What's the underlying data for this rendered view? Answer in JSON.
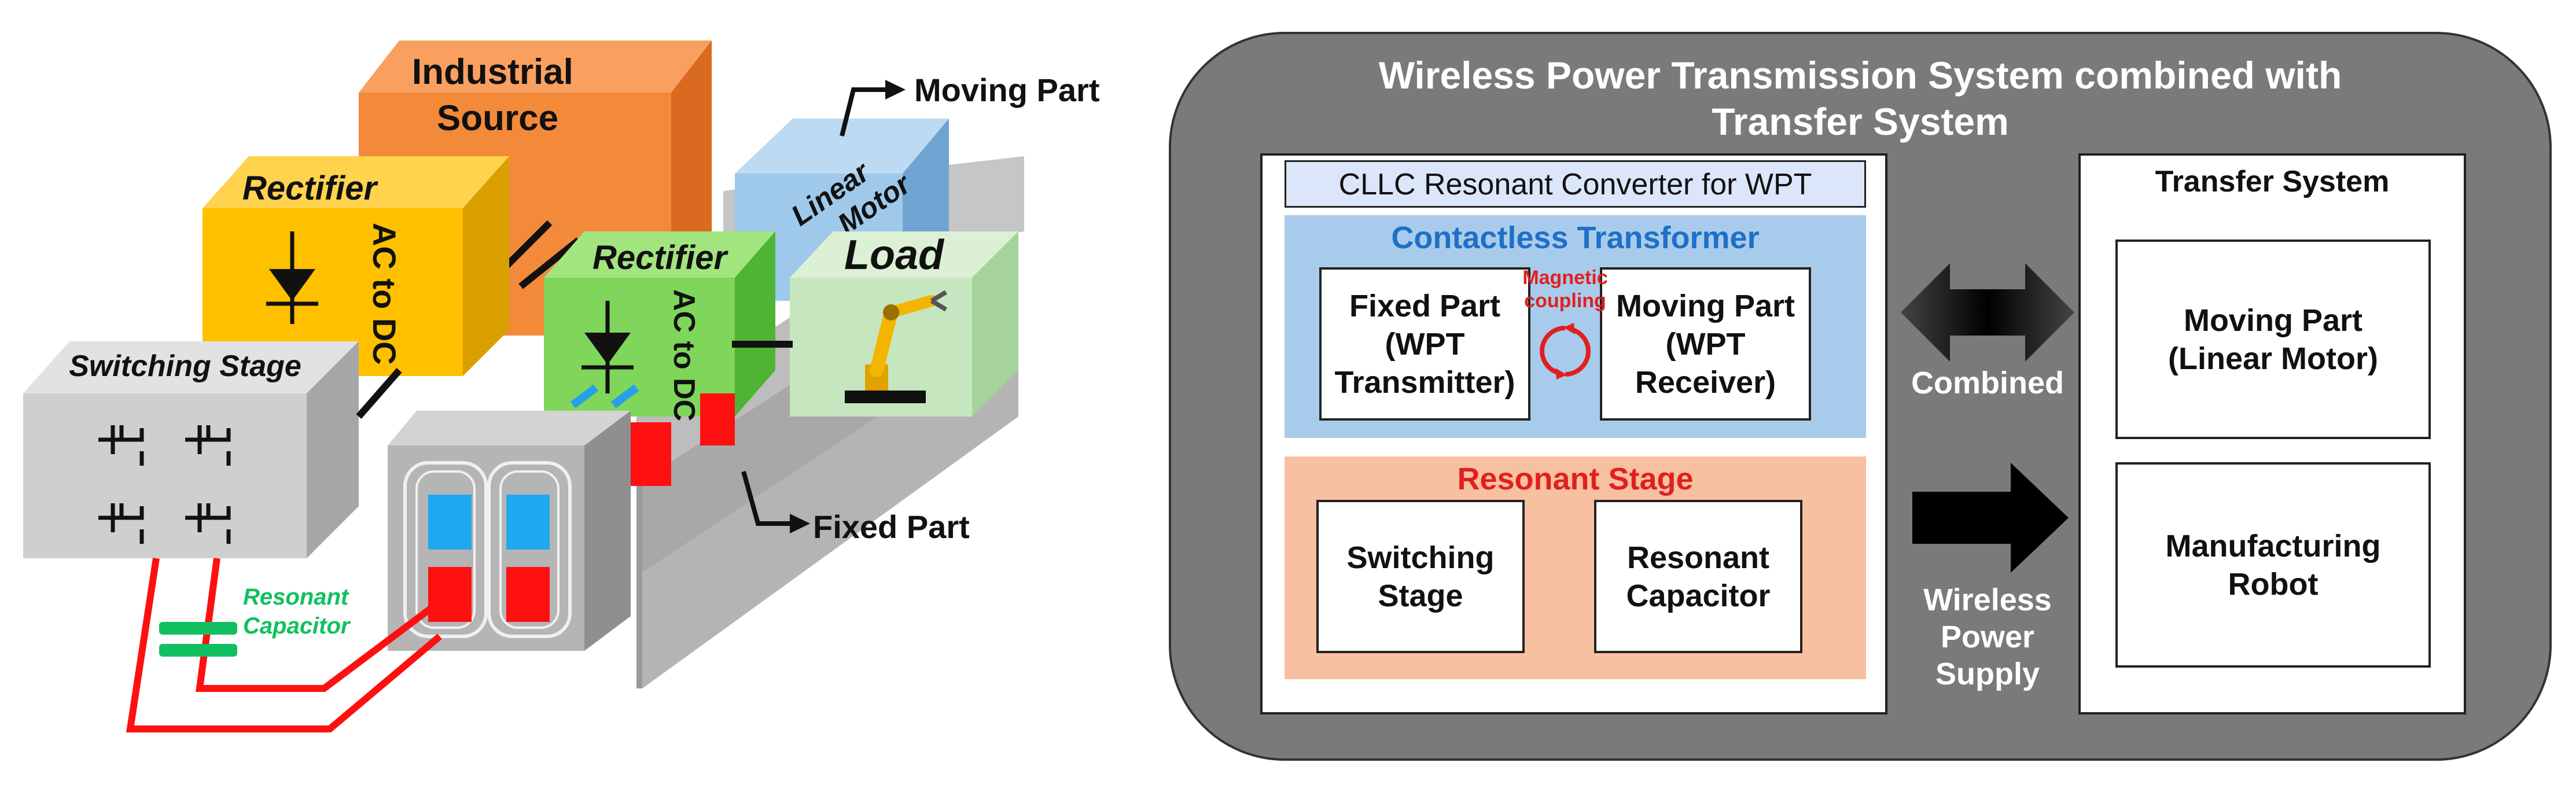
{
  "colors": {
    "orange_source": "#f28a3a",
    "rectifier_yellow": "#ffc000",
    "rectifier_green": "#7fd65a",
    "load_green": "#c6e6bf",
    "linear_motor_blue": "#9fc9ea",
    "switching_gray": "#cfcfcf",
    "dark_panel": "#7a7a7a",
    "blue_box": "#a9cbeb",
    "peach_box": "#f7c0a0",
    "heading_blue": "#1f6fc7",
    "heading_red": "#e02020",
    "capacitor_green": "#10c060",
    "wire_red": "#ff1010"
  },
  "left_diagram": {
    "industrial_source": "Industrial\nSource",
    "rectifier_1": {
      "title": "Rectifier",
      "label": "AC to DC"
    },
    "switching_stage": "Switching Stage",
    "rectifier_2": {
      "title": "Rectifier",
      "label": "AC to DC"
    },
    "linear_motor": "Linear\nMotor",
    "load": "Load",
    "moving_part": "Moving Part",
    "fixed_part": "Fixed Part",
    "resonant_capacitor": "Resonant\nCapacitor"
  },
  "right_diagram": {
    "title": "Wireless Power Transmission System combined with Transfer System",
    "cllc_title": "CLLC Resonant Converter for WPT",
    "contactless_transformer": {
      "title": "Contactless Transformer",
      "fixed_part": "Fixed Part\n(WPT\nTransmitter)",
      "moving_part": "Moving Part\n(WPT\nReceiver)",
      "coupling": "Magnetic\ncoupling"
    },
    "resonant_stage": {
      "title": "Resonant Stage",
      "switching": "Switching\nStage",
      "capacitor": "Resonant\nCapacitor"
    },
    "combined_label": "Combined",
    "wireless_label": "Wireless\nPower\nSupply",
    "transfer_system": {
      "title": "Transfer System",
      "moving_part": "Moving Part\n(Linear Motor)",
      "robot": "Manufacturing\nRobot"
    }
  }
}
